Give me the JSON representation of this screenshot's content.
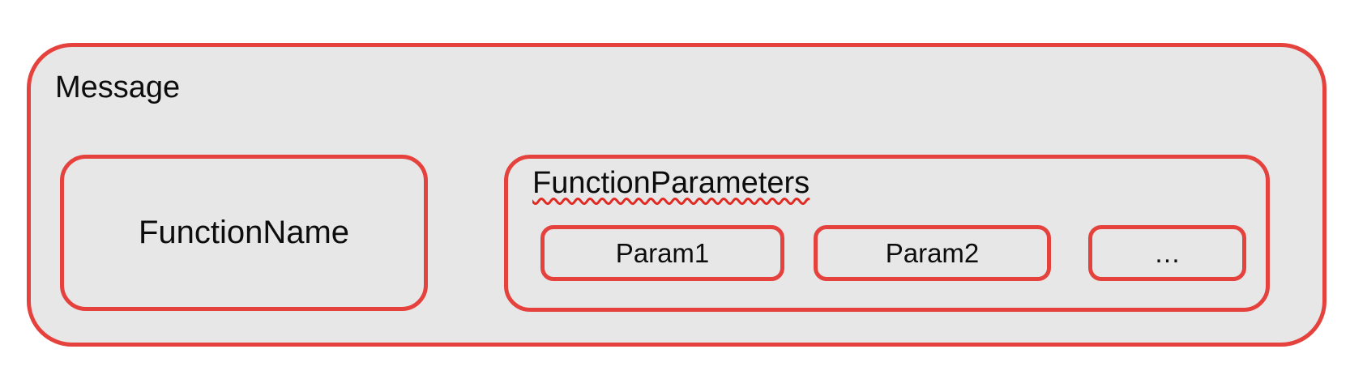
{
  "diagram": {
    "title": "Message",
    "function_name": {
      "label": "FunctionName"
    },
    "function_parameters": {
      "label": "FunctionParameters",
      "label_decoration": "red-wavy-underline",
      "params": [
        {
          "label": "Param1"
        },
        {
          "label": "Param2"
        },
        {
          "label": "…"
        }
      ]
    },
    "colors": {
      "border_red": "#e5423e",
      "fill_gray": "#e7e7e7",
      "squiggle_red": "#e02a22",
      "text_black": "#0d0d0d",
      "page_background": "#ffffff"
    }
  }
}
